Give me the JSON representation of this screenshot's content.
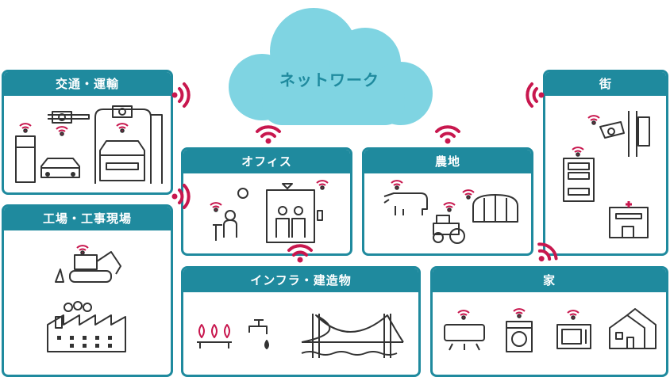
{
  "network": {
    "label": "ネットワーク"
  },
  "panels": {
    "transport": {
      "title": "交通・運輸"
    },
    "factory": {
      "title": "工場・工事現場"
    },
    "office": {
      "title": "オフィス"
    },
    "farm": {
      "title": "農地"
    },
    "town": {
      "title": "街"
    },
    "infra": {
      "title": "インフラ・建造物"
    },
    "home": {
      "title": "家"
    }
  },
  "colors": {
    "teal": "#1f8a9e",
    "cloud": "#7fd4e2",
    "wifi": "#c8174e",
    "ink": "#333333"
  }
}
